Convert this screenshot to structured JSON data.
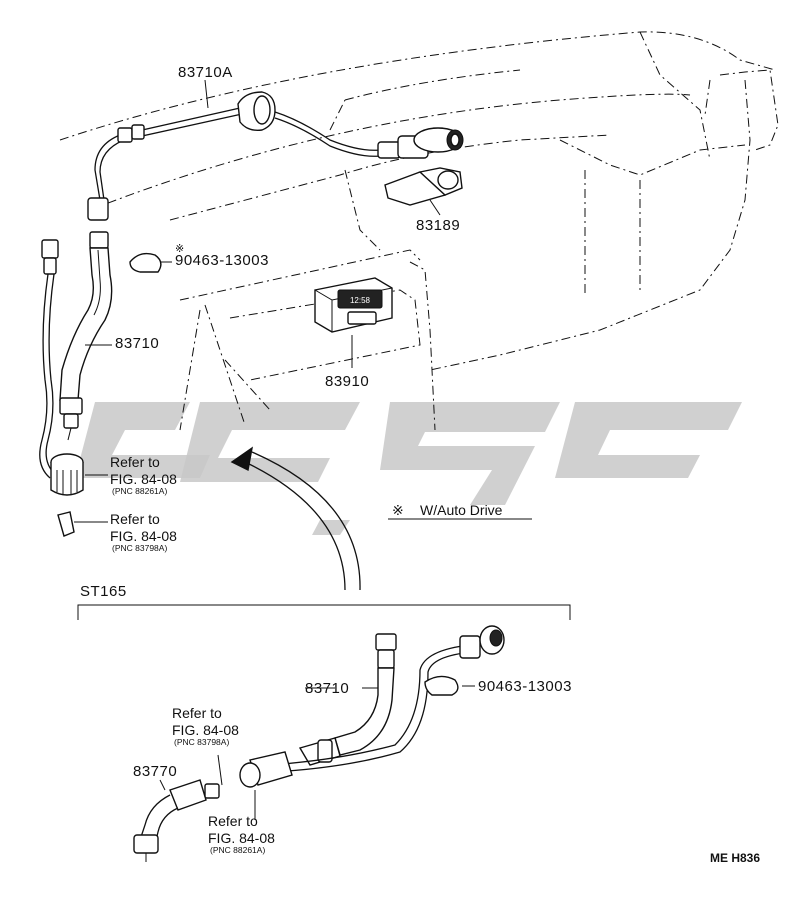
{
  "labels": {
    "p83710A": "83710A",
    "p83189": "83189",
    "p90463_top": "90463-13003",
    "p83710_top": "83710",
    "p83910": "83910",
    "ref1_line1": "Refer to",
    "ref1_line2": "FIG. 84-08",
    "ref1_line3": "(PNC 88261A)",
    "ref2_line1": "Refer to",
    "ref2_line2": "FIG. 84-08",
    "ref2_line3": "(PNC 83798A)",
    "auto_drive_mark": "※",
    "auto_drive": "W/Auto Drive",
    "variant": "ST165",
    "p83710_bottom": "83710",
    "p90463_bottom": "90463-13003",
    "ref3_line1": "Refer to",
    "ref3_line2": "FIG. 84-08",
    "ref3_line3": "(PNC 83798A)",
    "p83770": "83770",
    "ref4_line1": "Refer to",
    "ref4_line2": "FIG. 84-08",
    "ref4_line3": "(PNC 88261A)",
    "diagram_code": "ME H836",
    "star_mark": "※",
    "clock_display": "12:58"
  },
  "watermark_color": "#c8c8c8"
}
